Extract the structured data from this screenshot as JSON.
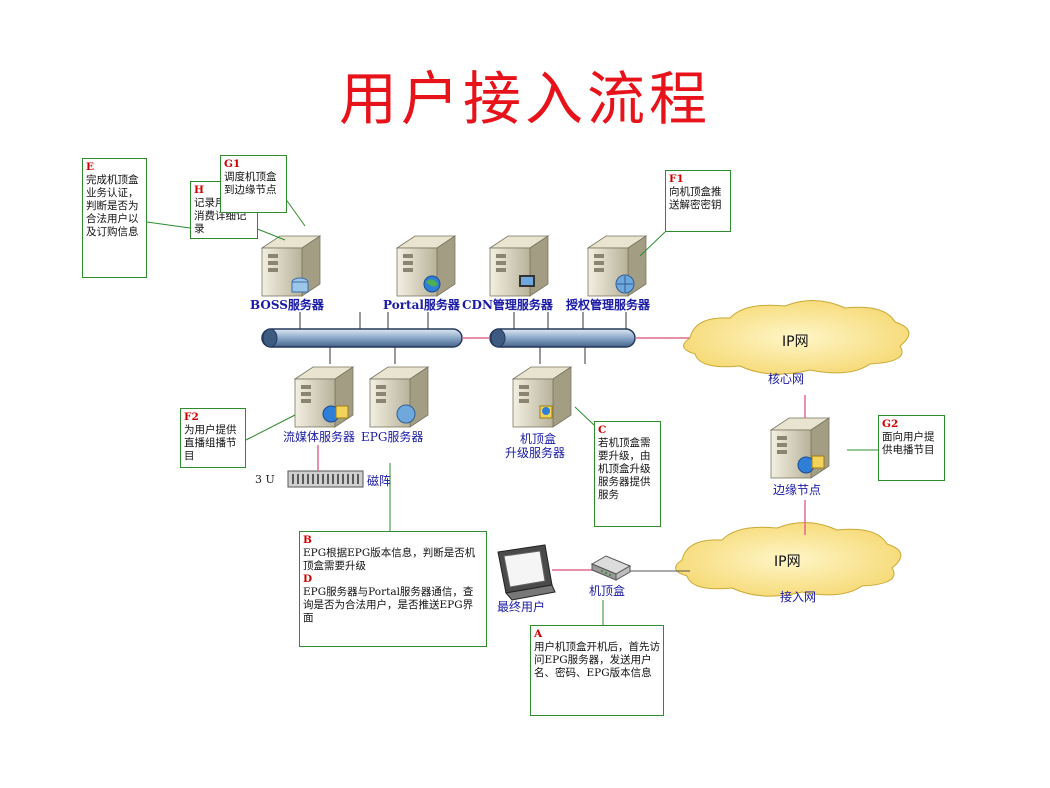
{
  "title": "用户接入流程",
  "servers": {
    "boss": "BOSS服务器",
    "portal": "Portal服务器",
    "cdn": "CDN管理服务器",
    "auth": "授权管理服务器",
    "media": "流媒体服务器",
    "epg": "EPG服务器",
    "stb_upgrade_1": "机顶盒",
    "stb_upgrade_2": "升级服务器",
    "edge": "边缘节点",
    "stb": "机顶盒",
    "end_user": "最终用户",
    "disk": "磁阵",
    "disk_size": "3 U"
  },
  "networks": {
    "ip1": "IP网",
    "core": "核心网",
    "ip2": "IP网",
    "access": "接入网"
  },
  "callouts": {
    "E": {
      "key": "E",
      "text": "完成机顶盒业务认证，判断是否为合法用户以及订购信息"
    },
    "H": {
      "key": "H",
      "text": "记录用户的消费详细记录"
    },
    "G1": {
      "key": "G1",
      "text": "调度机顶盒到边缘节点"
    },
    "F1": {
      "key": "F1",
      "text": "向机顶盒推送解密密钥"
    },
    "F2": {
      "key": "F2",
      "text": "为用户提供直播组播节目"
    },
    "C": {
      "key": "C",
      "text": "若机顶盒需要升级，由机顶盒升级服务器提供服务"
    },
    "G2": {
      "key": "G2",
      "text": "面向用户提供电播节目"
    },
    "B": {
      "key": "B",
      "text": "EPG根据EPG版本信息，判断是否机顶盒需要升级"
    },
    "D": {
      "key": "D",
      "text": "EPG服务器与Portal服务器通信，查询是否为合法用户，是否推送EPG界面"
    },
    "A": {
      "key": "A",
      "text": "用户机顶盒开机后，首先访问EPG服务器，发送用户名、密码、EPG版本信息"
    }
  }
}
